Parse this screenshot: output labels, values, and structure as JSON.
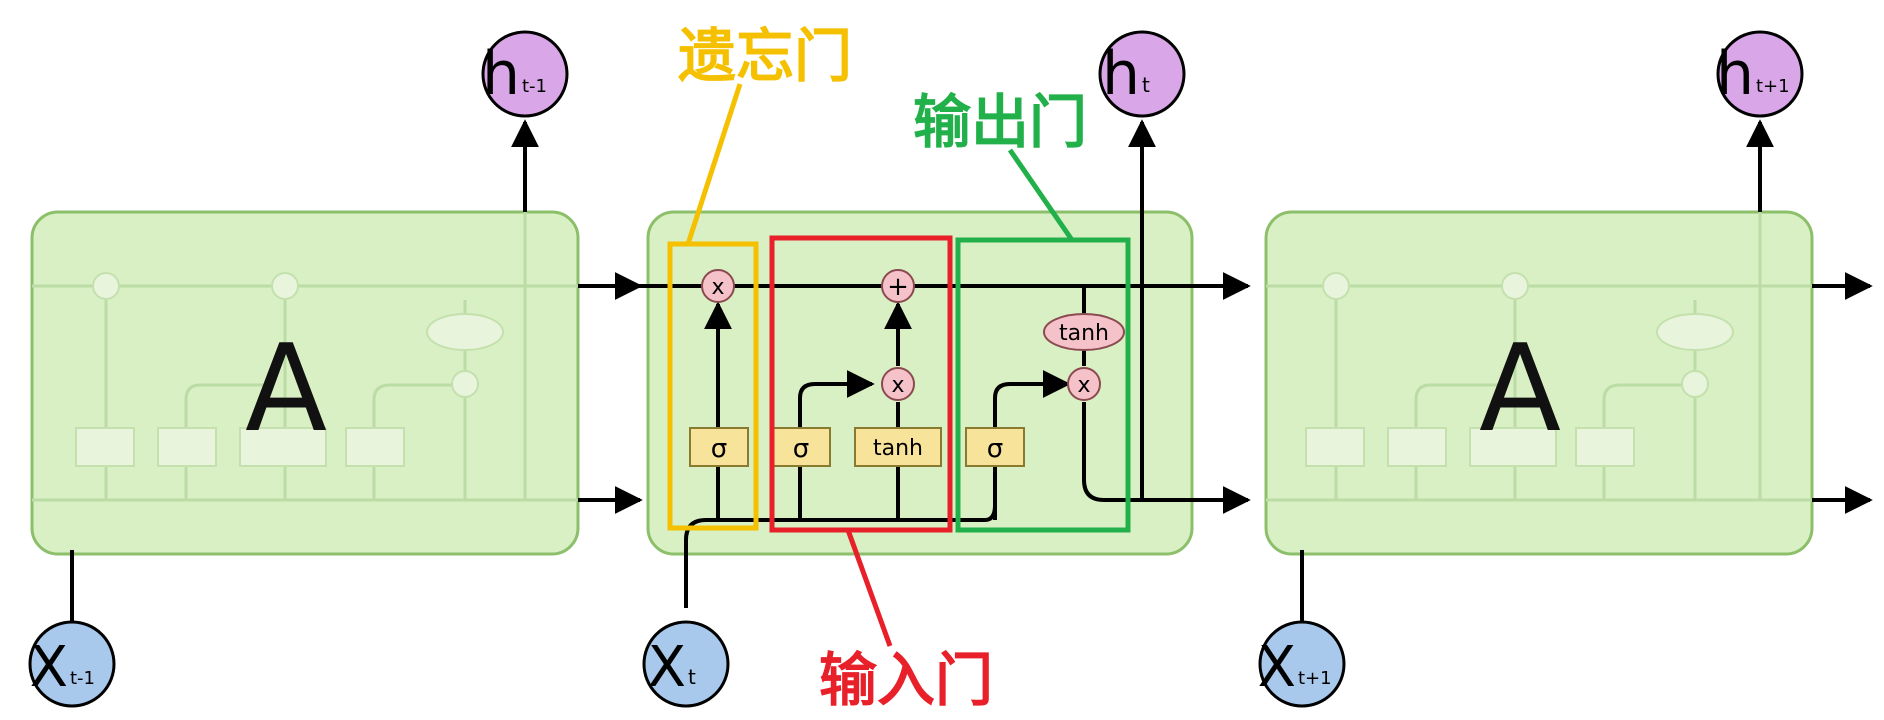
{
  "cells": {
    "prev_label": "A",
    "next_label": "A"
  },
  "outputs": {
    "prev": {
      "base": "h",
      "sub": "t-1"
    },
    "curr": {
      "base": "h",
      "sub": "t"
    },
    "next": {
      "base": "h",
      "sub": "t+1"
    }
  },
  "inputs": {
    "prev": {
      "base": "X",
      "sub": "t-1"
    },
    "curr": {
      "base": "X",
      "sub": "t"
    },
    "next": {
      "base": "X",
      "sub": "t+1"
    }
  },
  "ops": {
    "times": "x",
    "plus": "+",
    "tanh": "tanh",
    "sigma": "σ"
  },
  "gates": {
    "forget": {
      "label": "遗忘门",
      "color": "#f5c000"
    },
    "input": {
      "label": "输入门",
      "color": "#e8202a"
    },
    "output": {
      "label": "输出门",
      "color": "#22b04a"
    }
  },
  "colors": {
    "cell_fill": "#d9f0c4",
    "cell_stroke": "#8cbf6a",
    "h_node": "#d9a6e8",
    "x_node": "#a8c8ec",
    "sigma_box": "#f7e39a",
    "op_node": "#f4c2c8",
    "line": "#000000"
  }
}
